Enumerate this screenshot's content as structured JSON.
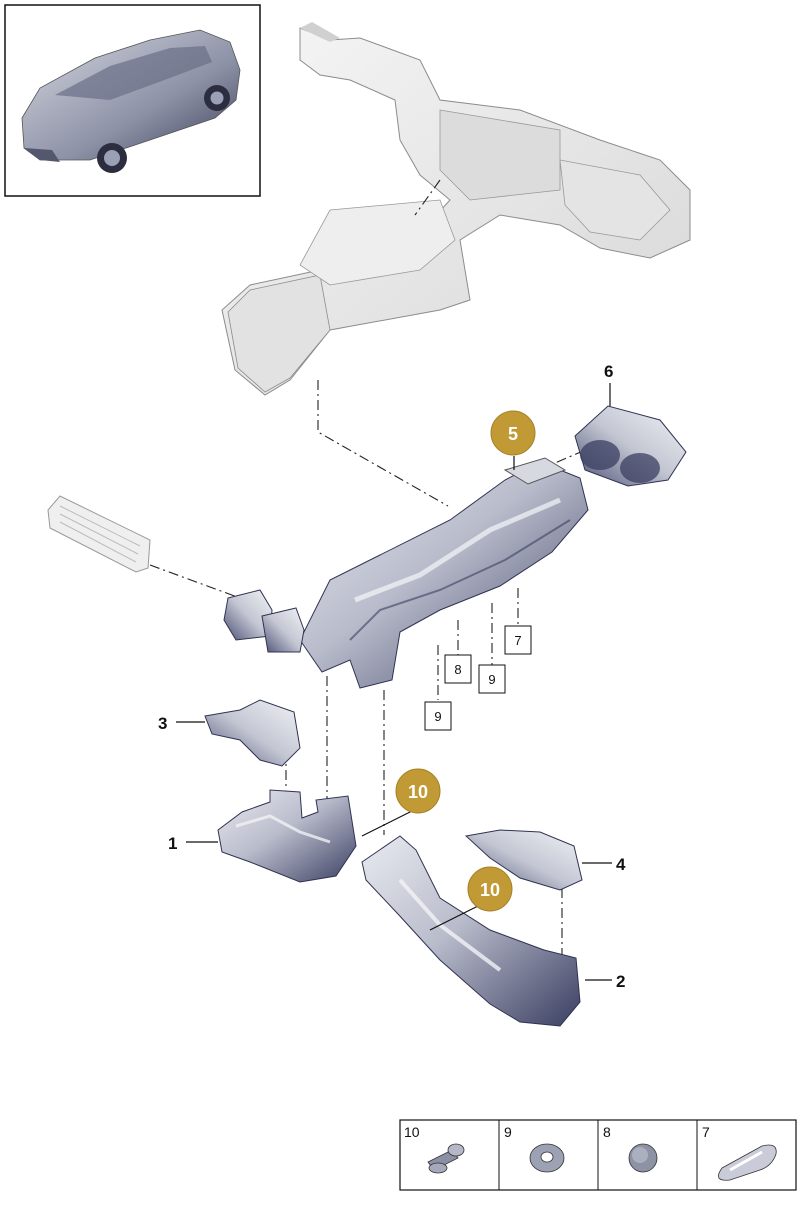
{
  "diagram": {
    "callouts": {
      "part1": "1",
      "part2": "2",
      "part3": "3",
      "part4": "4",
      "part5": "5",
      "part6": "6",
      "part10a": "10",
      "part10b": "10"
    },
    "boxed_refs": {
      "ref7": "7",
      "ref8": "8",
      "ref9a": "9",
      "ref9b": "9"
    },
    "legend": [
      {
        "number": "10",
        "icon": "bolt-icon"
      },
      {
        "number": "9",
        "icon": "washer-icon"
      },
      {
        "number": "8",
        "icon": "round-plug-icon"
      },
      {
        "number": "7",
        "icon": "oval-plug-icon"
      }
    ],
    "colors": {
      "badge": "#c19a36",
      "part_dark": "#3b3f62",
      "part_light": "#c9ccd6",
      "ghost": "#e8e8e8"
    }
  }
}
